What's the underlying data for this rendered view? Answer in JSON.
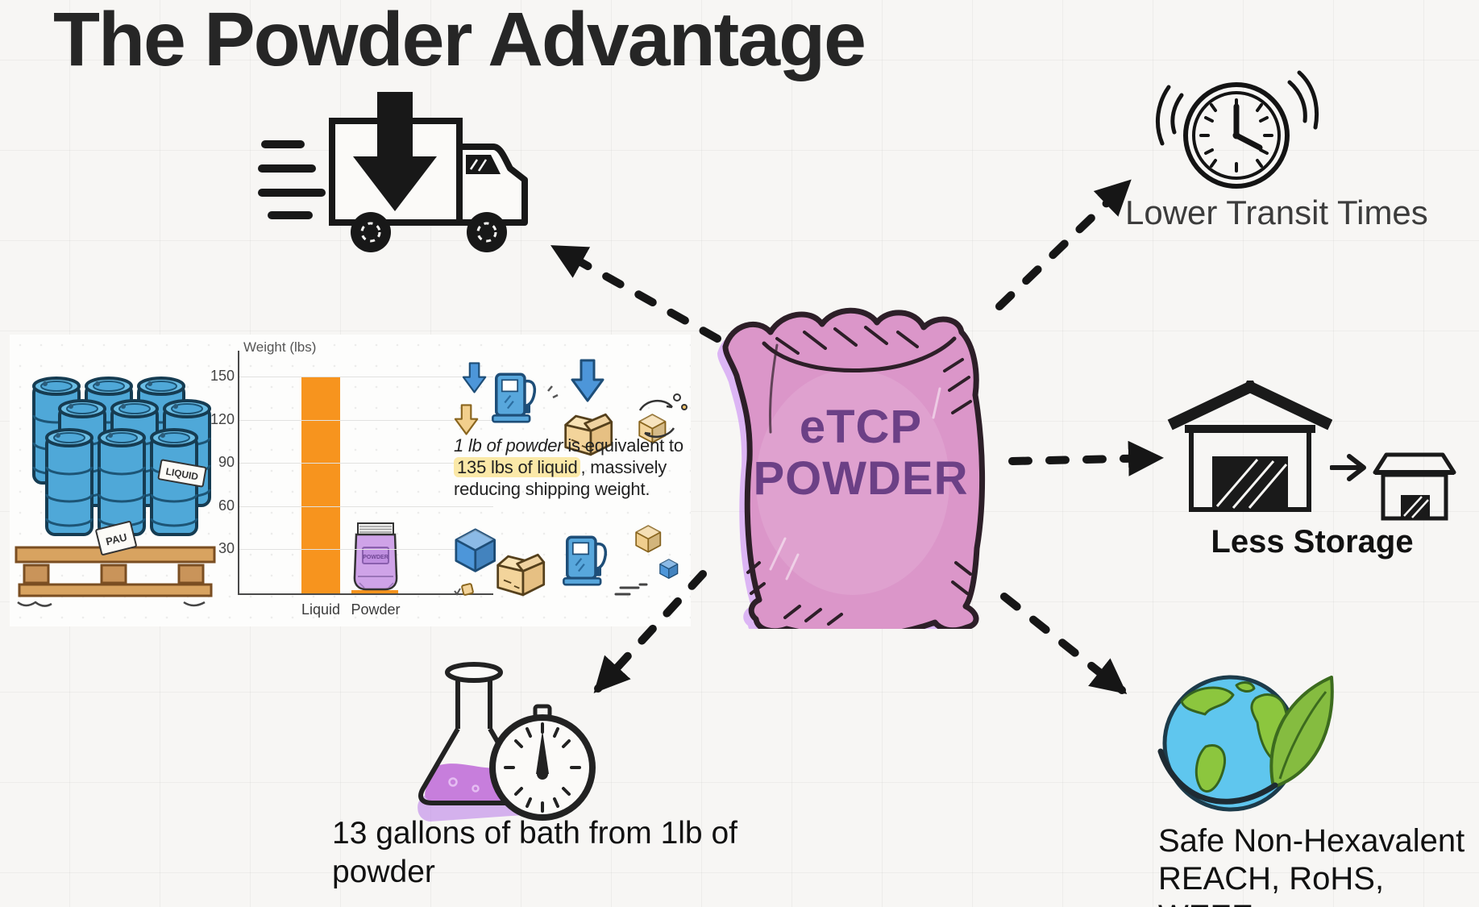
{
  "title": "The Powder Advantage",
  "center_sack": {
    "line1": "eTCP",
    "line2": "POWDER"
  },
  "benefits": {
    "transit": {
      "label": "Lower Transit Times"
    },
    "storage": {
      "label": "Less Storage"
    },
    "bath": {
      "label": "13 gallons of bath from 1lb of powder"
    },
    "safety": {
      "line1": "Safe Non-Hexavalent",
      "line2": "REACH, RoHS, WEEE"
    }
  },
  "panel": {
    "barrels": {
      "label1": "LIQUID",
      "label2": "PAU"
    },
    "pouch_label": "POWDER",
    "caption": {
      "italic": "1 lb of powder",
      "mid": " is equivalent to ",
      "highlight": "135 lbs of liquid",
      "rest": ", massively reducing shipping weight."
    }
  },
  "chart_data": {
    "type": "bar",
    "categories": [
      "Liquid",
      "Powder"
    ],
    "values": [
      150,
      2
    ],
    "ylabel": "Weight (lbs)",
    "yticks": [
      30,
      60,
      90,
      120,
      150
    ],
    "ylim": [
      0,
      168
    ],
    "grid": true,
    "bar_color": "#F7941E"
  },
  "colors": {
    "bar_orange": "#F7941E",
    "highlight_yellow": "#FBE9A8",
    "sack_pink": "#DB96C9",
    "sack_glow": "#C77FF4",
    "sack_text_purple": "#6C4086",
    "liquid_purple": "#C77EDC",
    "arrow_black": "#161616"
  }
}
